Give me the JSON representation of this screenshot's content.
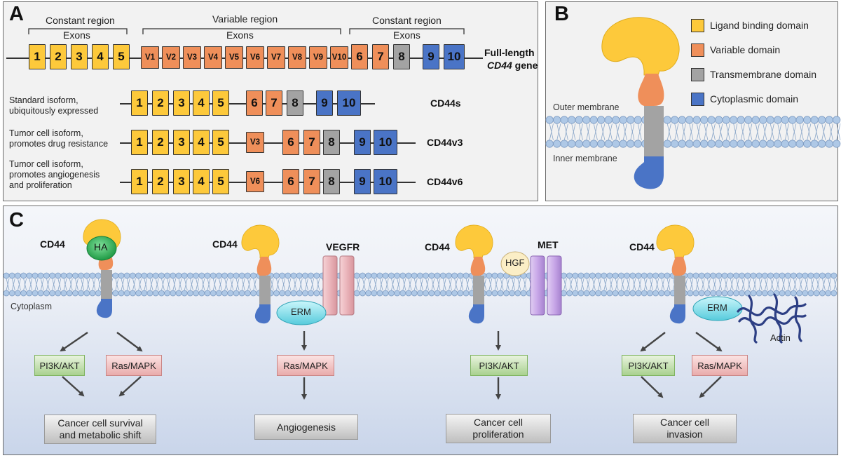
{
  "panels": {
    "a": "A",
    "b": "B",
    "c": "C"
  },
  "panel_a": {
    "constant_region_1": "Constant region",
    "variable_region": "Variable region",
    "constant_region_2": "Constant region",
    "exons_1": "Exons",
    "exons_2": "Exons",
    "exons_3": "Exons",
    "full_gene_line1": "Full-length",
    "full_gene_gene": "CD44",
    "full_gene_suffix": " gene",
    "full_gene_exons": [
      "1",
      "2",
      "3",
      "4",
      "5",
      "V1",
      "V2",
      "V3",
      "V4",
      "V5",
      "V6",
      "V7",
      "V8",
      "V9",
      "V10",
      "6",
      "7",
      "8",
      "9",
      "10"
    ],
    "isoforms": [
      {
        "desc1": "Standard isoform,",
        "desc2": "ubiquitously expressed",
        "desc3": "",
        "name": "CD44s",
        "exons": [
          "1",
          "2",
          "3",
          "4",
          "5",
          "6",
          "7",
          "8",
          "9",
          "10"
        ]
      },
      {
        "desc1": "Tumor cell isoform,",
        "desc2": "promotes drug resistance",
        "desc3": "",
        "name": "CD44v3",
        "exons": [
          "1",
          "2",
          "3",
          "4",
          "5",
          "V3",
          "6",
          "7",
          "8",
          "9",
          "10"
        ]
      },
      {
        "desc1": "Tumor cell isoform,",
        "desc2": "promotes angiogenesis",
        "desc3": "and proliferation",
        "name": "CD44v6",
        "exons": [
          "1",
          "2",
          "3",
          "4",
          "5",
          "V6",
          "6",
          "7",
          "8",
          "9",
          "10"
        ]
      }
    ]
  },
  "panel_b": {
    "legend": [
      {
        "label": "Ligand binding domain",
        "color": "#fdc93b"
      },
      {
        "label": "Variable domain",
        "color": "#ef8f5a"
      },
      {
        "label": "Transmembrane domain",
        "color": "#a3a3a3"
      },
      {
        "label": "Cytoplasmic domain",
        "color": "#4a74c6"
      }
    ],
    "outer_membrane": "Outer membrane",
    "inner_membrane": "Inner membrane"
  },
  "panel_c": {
    "cytoplasm": "Cytoplasm",
    "cd44": "CD44",
    "ha": "HA",
    "vegfr": "VEGFR",
    "met": "MET",
    "hgf": "HGF",
    "erm": "ERM",
    "actin": "Actin",
    "pi3k": "PI3K/AKT",
    "ras": "Ras/MAPK",
    "outcome1_l1": "Cancer cell  survival",
    "outcome1_l2": "and metabolic shift",
    "outcome2": "Angiogenesis",
    "outcome3_l1": "Cancer cell",
    "outcome3_l2": "proliferation",
    "outcome4_l1": "Cancer cell",
    "outcome4_l2": "invasion"
  },
  "colors": {
    "ligand": "#fdc93b",
    "variable": "#ef8f5a",
    "transmembrane": "#a3a3a3",
    "cytoplasmic": "#4a74c6",
    "membrane_bead": "#a8c4e4"
  }
}
